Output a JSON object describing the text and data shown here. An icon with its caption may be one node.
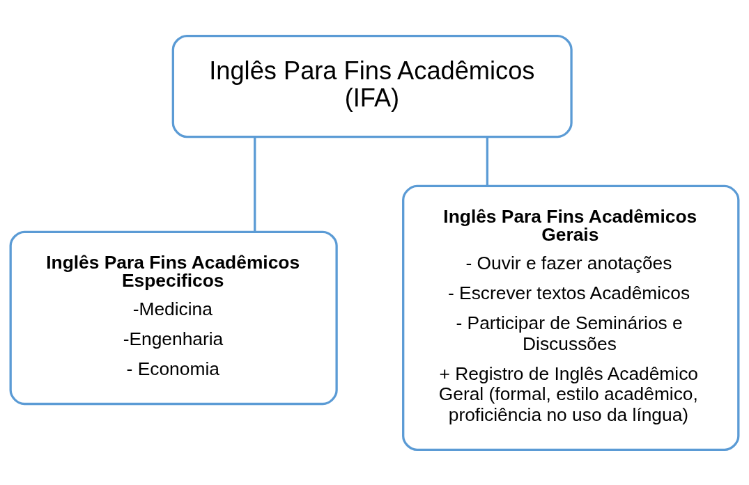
{
  "diagram": {
    "nodes": [
      {
        "text": [
          "Inglês Para Fins Acadêmicos (IFA)"
        ]
      },
      {
        "text": [
          "Inglês Para Fins Acadêmicos Especificos",
          "-Medicina",
          "-Engenharia",
          "- Economia"
        ]
      },
      {
        "text": [
          "Inglês Para Fins Acadêmicos Gerais",
          "- Ouvir e fazer anotações",
          "- Escrever textos Acadêmicos",
          "- Participar de Seminários e Discussões",
          "+ Registro de Inglês Acadêmico Geral (formal, estilo acadêmico, proficiência no uso da língua)"
        ]
      }
    ],
    "edges": [
      {
        "from": 0,
        "to": 1,
        "arrow": "none"
      },
      {
        "from": 0,
        "to": 2,
        "arrow": "none"
      }
    ]
  }
}
